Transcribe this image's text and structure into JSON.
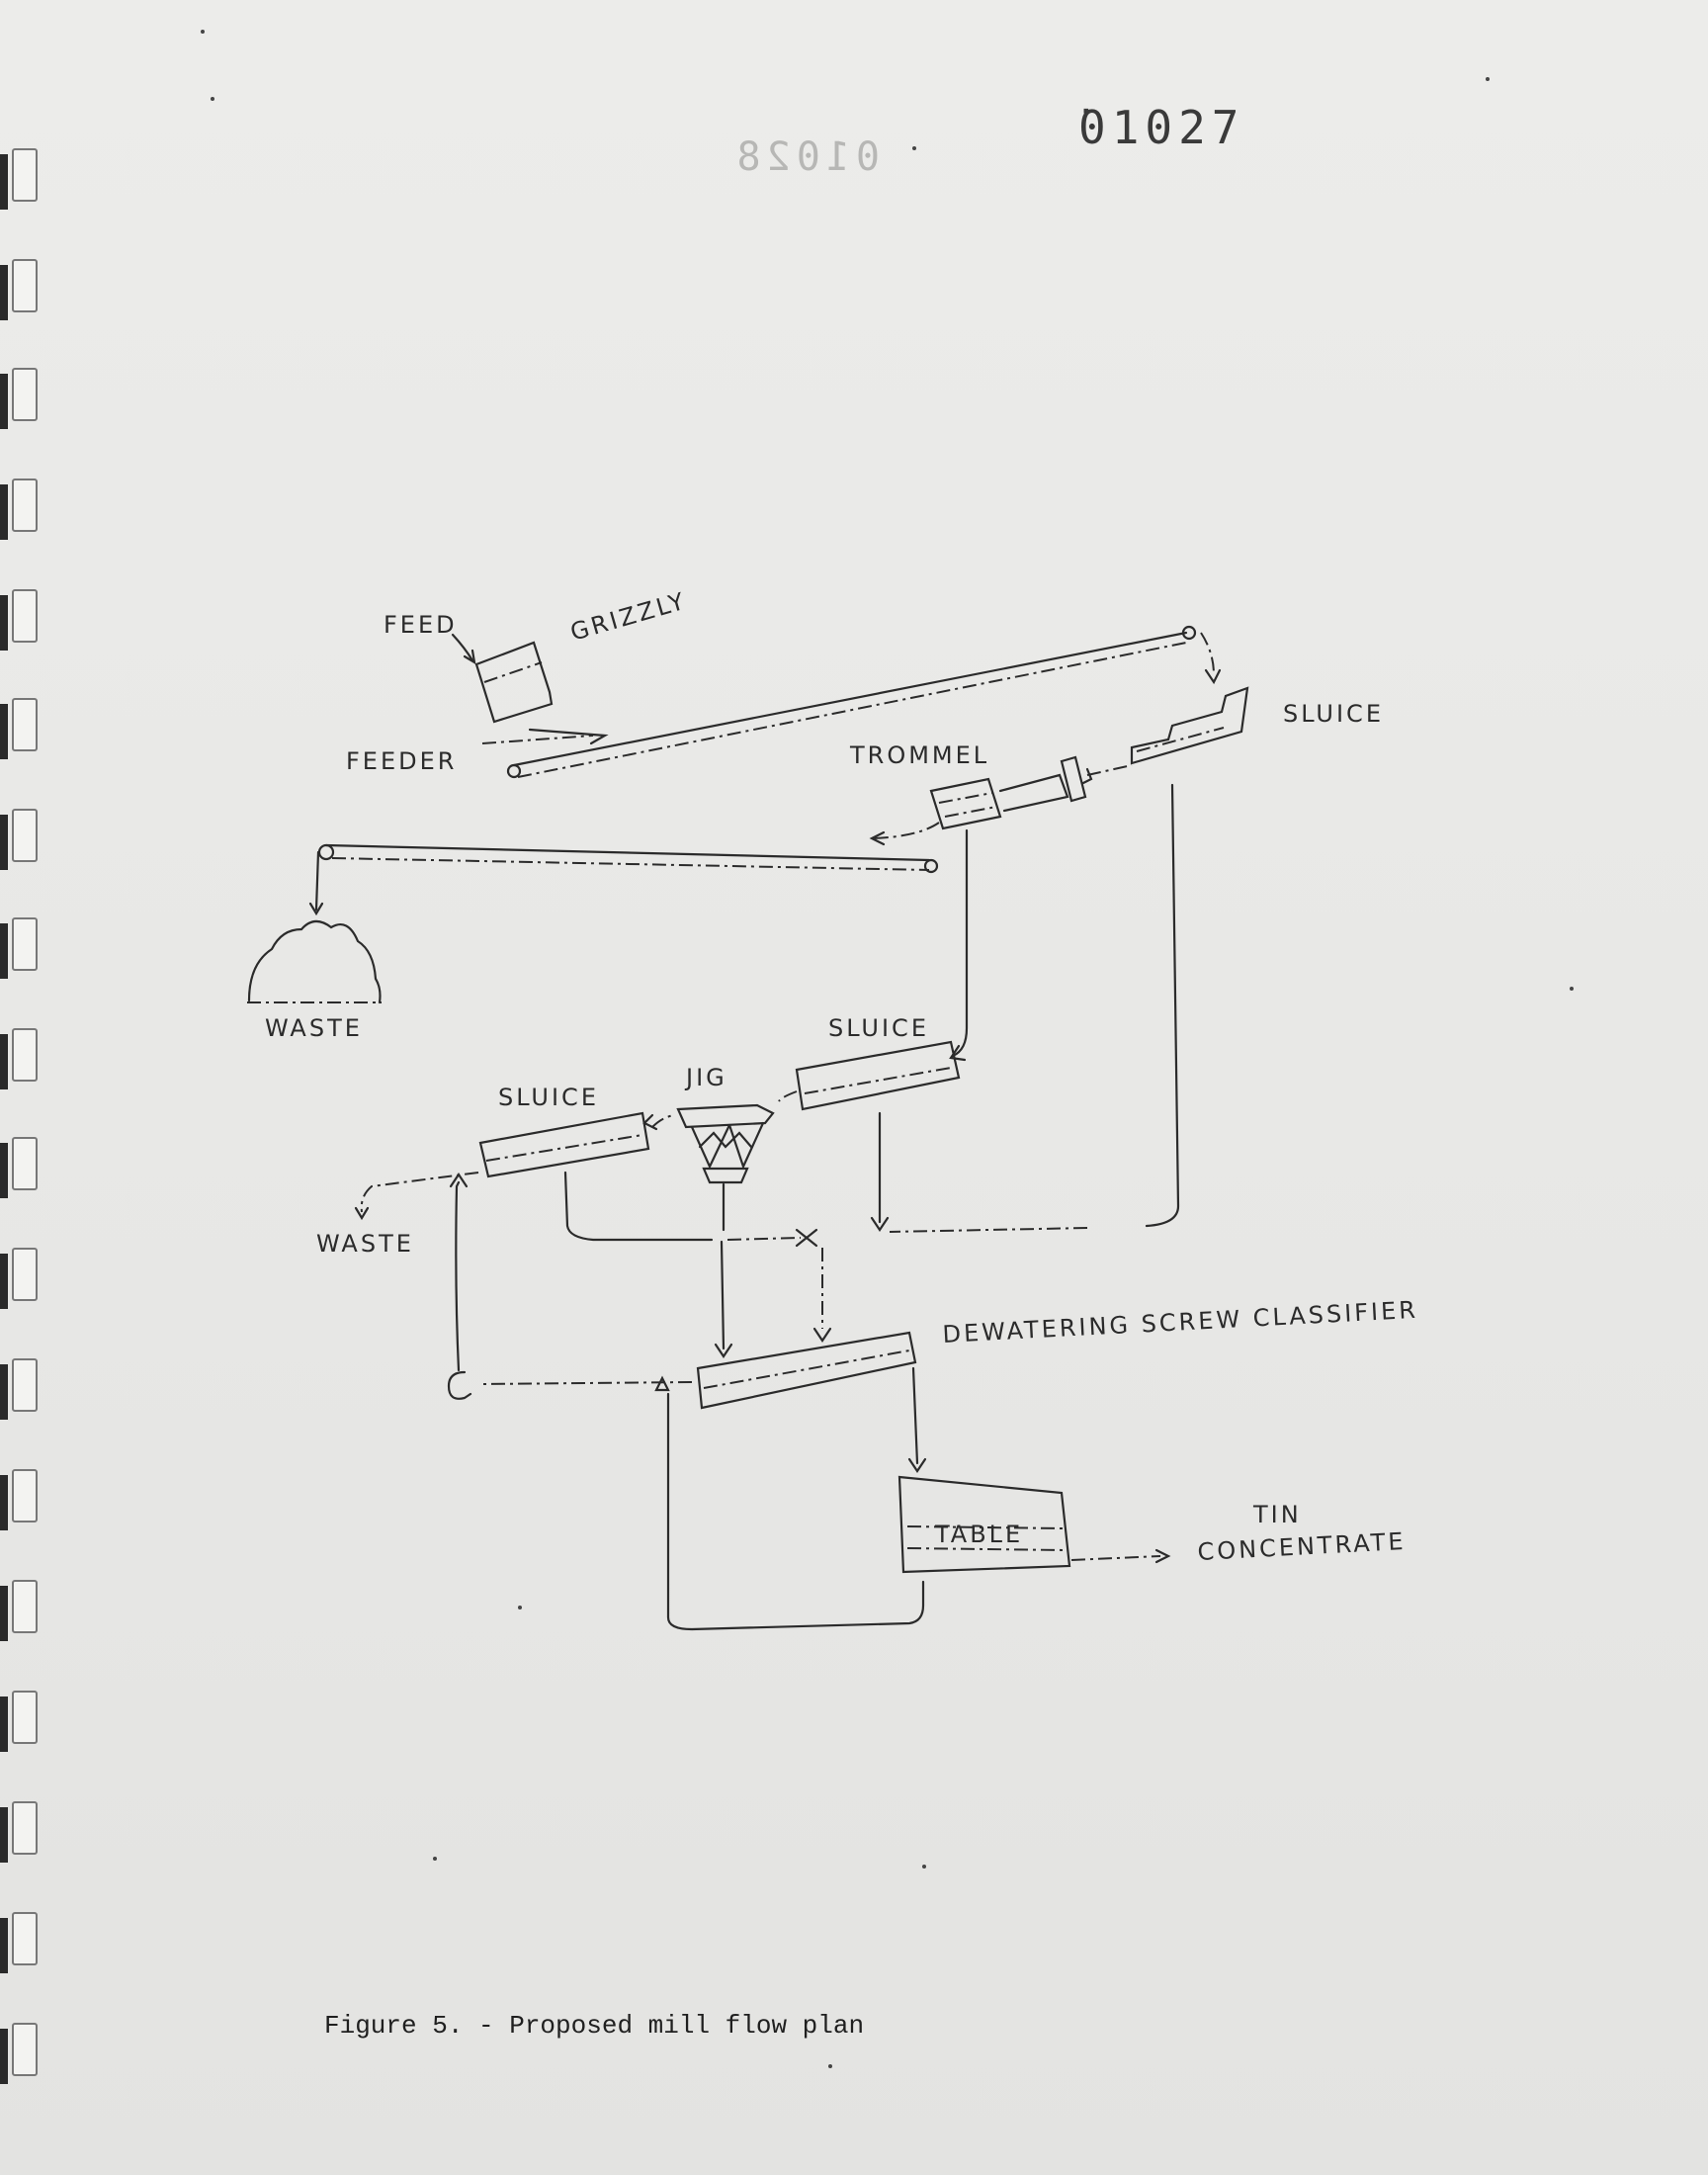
{
  "stamp": {
    "number": "̇01027",
    "mirror": "01028"
  },
  "labels": {
    "feed": "FEED",
    "grizzly": "GRIZZLY",
    "feeder": "FEEDER",
    "trommel": "TROMMEL",
    "sluice_top": "SLUICE",
    "waste_pile": "WASTE",
    "sluice_mid": "SLUICE",
    "jig": "JIG",
    "sluice_left": "SLUICE",
    "waste_left": "WASTE",
    "dewatering": "DEWATERING SCREW CLASSIFIER",
    "table": "TABLE",
    "tin": "TIN",
    "concentrate": "CONCENTRATE"
  },
  "caption": "Figure 5. - Proposed mill flow plan"
}
